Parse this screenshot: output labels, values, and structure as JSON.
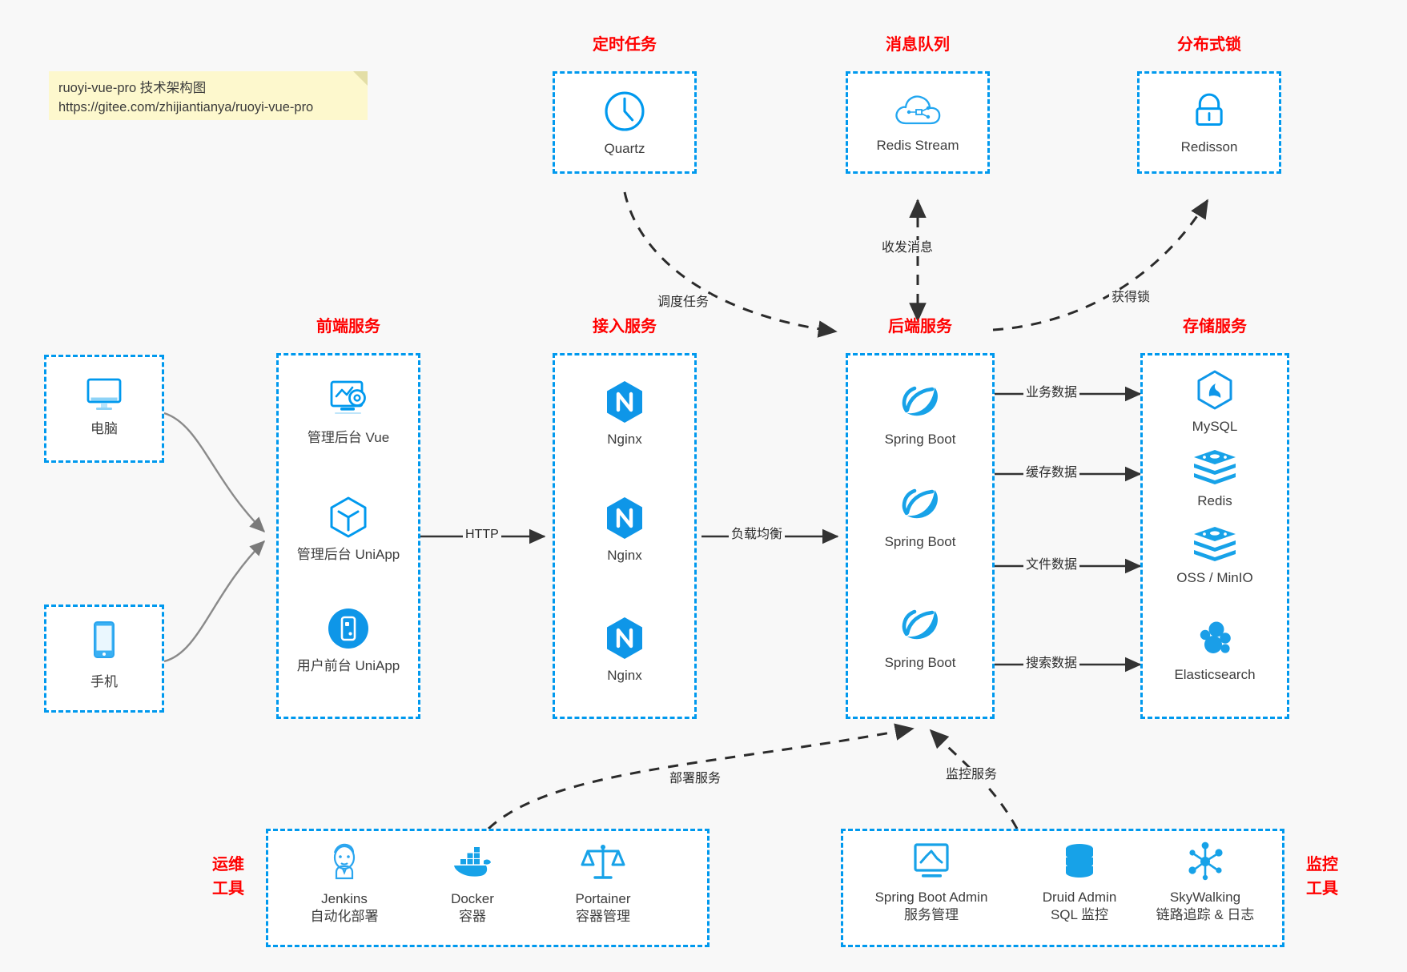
{
  "note": {
    "line1": "ruoyi-vue-pro 技术架构图",
    "line2": "https://gitee.com/zhijiantianya/ruoyi-vue-pro"
  },
  "colors": {
    "accent": "#0099ee",
    "title_red": "#ff0000",
    "background": "#f8f8f8",
    "note_bg": "#fdf8cd",
    "arrow": "#333333",
    "text": "#3d3d3d"
  },
  "groups": {
    "scheduled_task": "定时任务",
    "message_queue": "消息队列",
    "distributed_lock": "分布式锁",
    "frontend_service": "前端服务",
    "gateway_service": "接入服务",
    "backend_service": "后端服务",
    "storage_service": "存储服务",
    "devops_tools_line1": "运维",
    "devops_tools_line2": "工具",
    "monitor_tools_line1": "监控",
    "monitor_tools_line2": "工具"
  },
  "nodes": {
    "quartz": "Quartz",
    "redis_stream": "Redis Stream",
    "redisson": "Redisson",
    "computer": "电脑",
    "phone": "手机",
    "admin_vue": "管理后台 Vue",
    "admin_uniapp": "管理后台 UniApp",
    "user_uniapp": "用户前台 UniApp",
    "nginx1": "Nginx",
    "nginx2": "Nginx",
    "nginx3": "Nginx",
    "springboot1": "Spring Boot",
    "springboot2": "Spring Boot",
    "springboot3": "Spring Boot",
    "mysql": "MySQL",
    "redis": "Redis",
    "oss_minio": "OSS / MinIO",
    "elasticsearch": "Elasticsearch",
    "jenkins_name": "Jenkins",
    "jenkins_desc": "自动化部署",
    "docker_name": "Docker",
    "docker_desc": "容器",
    "portainer_name": "Portainer",
    "portainer_desc": "容器管理",
    "sba_name": "Spring Boot Admin",
    "sba_desc": "服务管理",
    "druid_name": "Druid Admin",
    "druid_desc": "SQL 监控",
    "skywalking_name": "SkyWalking",
    "skywalking_desc": "链路追踪 & 日志"
  },
  "edge_labels": {
    "schedule_task": "调度任务",
    "send_receive_message": "收发消息",
    "acquire_lock": "获得锁",
    "http": "HTTP",
    "load_balance": "负载均衡",
    "business_data": "业务数据",
    "cache_data": "缓存数据",
    "file_data": "文件数据",
    "search_data": "搜索数据",
    "deploy_service": "部署服务",
    "monitor_service": "监控服务"
  }
}
